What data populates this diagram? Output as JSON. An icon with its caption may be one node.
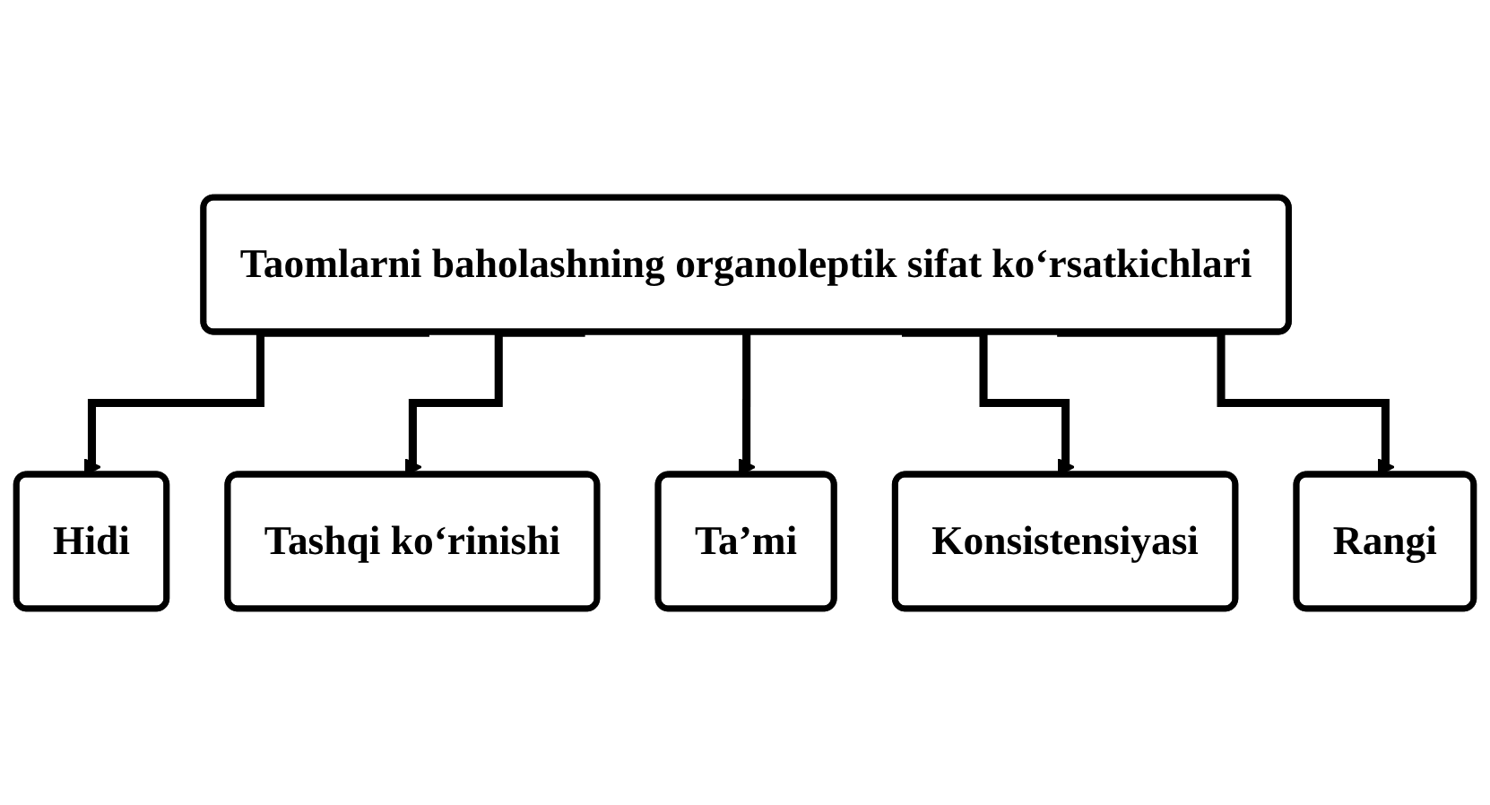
{
  "diagram": {
    "nodes": [
      {
        "text": [
          "Taomlarni baholashning organoleptik sifat ko‘rsatkichlari"
        ]
      },
      {
        "text": [
          "Hidi"
        ]
      },
      {
        "text": [
          "Tashqi ko‘rinishi"
        ]
      },
      {
        "text": [
          "Ta’mi"
        ]
      },
      {
        "text": [
          "Konsistensiyasi"
        ]
      },
      {
        "text": [
          "Rangi"
        ]
      }
    ],
    "edges": [
      {
        "from": 0,
        "to": 1,
        "arrow": "to"
      },
      {
        "from": 0,
        "to": 2,
        "arrow": "to"
      },
      {
        "from": 0,
        "to": 3,
        "arrow": "to"
      },
      {
        "from": 0,
        "to": 4,
        "arrow": "to"
      },
      {
        "from": 0,
        "to": 5,
        "arrow": "to"
      }
    ]
  }
}
